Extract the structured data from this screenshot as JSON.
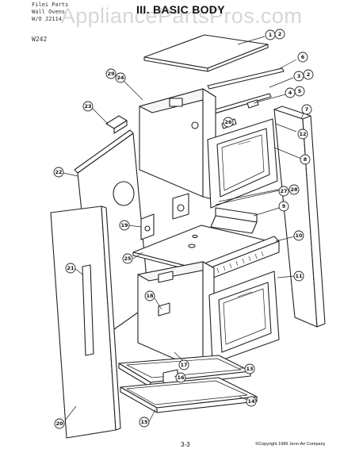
{
  "header": {
    "line1": "Filei Parts",
    "line2": "Wall Ovens",
    "line3": "W/O J2114",
    "model": "W242"
  },
  "title": "III. BASIC BODY",
  "watermark": "AppliancePartsPros.com",
  "page_number": "3-3",
  "copyright": "©Copyright 1989 Jenn-Air Company",
  "callouts": {
    "c1": "1",
    "c2": "2",
    "c3": "3",
    "c4": "4",
    "c5": "5",
    "c6": "6",
    "c7": "7",
    "c8": "8",
    "c9": "9",
    "c10": "10",
    "c11": "11",
    "c12": "12",
    "c13": "13",
    "c14": "14",
    "c15": "15",
    "c16": "16",
    "c17": "17",
    "c18": "18",
    "c19": "19",
    "c20": "20",
    "c21": "21",
    "c22": "22",
    "c23": "23",
    "c24": "24",
    "c25": "25",
    "c26": "26",
    "c27": "27",
    "c28": "28",
    "c29": "29"
  }
}
